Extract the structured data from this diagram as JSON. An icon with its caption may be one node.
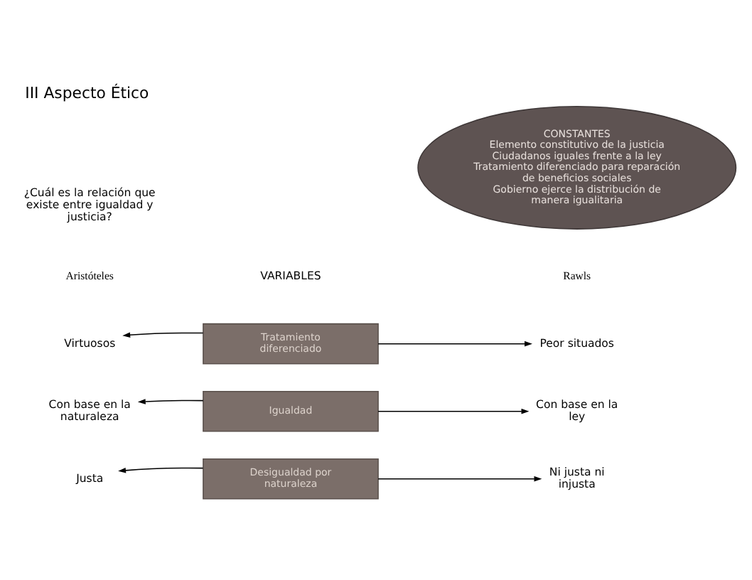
{
  "diagram": {
    "title": "III Aspecto Ético",
    "nodes": [
      {
        "text": [
          "CONSTANTES",
          "Elemento constitutivo de la justicia",
          "Ciudadanos iguales frente a la ley",
          "Tratamiento diferenciado para reparación de beneficios sociales",
          "Gobierno ejerce la distribución de manera igualitaria"
        ]
      },
      {
        "text": [
          "Tratamiento diferenciado"
        ]
      },
      {
        "text": [
          "Igualdad"
        ]
      },
      {
        "text": [
          "Desigualdad por naturaleza"
        ]
      },
      {
        "text": [
          "Virtuosos"
        ]
      },
      {
        "text": [
          "Con base en la naturaleza"
        ]
      },
      {
        "text": [
          "Justa"
        ]
      },
      {
        "text": [
          "Peor situados"
        ]
      },
      {
        "text": [
          "Con base en la ley"
        ]
      },
      {
        "text": [
          "Ni justa ni injusta"
        ]
      }
    ],
    "edges": [
      {
        "from": 1,
        "to": 4,
        "arrow": "to"
      },
      {
        "from": 1,
        "to": 7,
        "arrow": "to"
      },
      {
        "from": 2,
        "to": 5,
        "arrow": "to"
      },
      {
        "from": 2,
        "to": 8,
        "arrow": "to"
      },
      {
        "from": 3,
        "to": 6,
        "arrow": "to"
      },
      {
        "from": 3,
        "to": 9,
        "arrow": "to"
      }
    ],
    "labels": [
      "¿Cuál es la relación que existe entre igualdad y justicia?",
      "Aristóteles",
      "VARIABLES",
      "Rawls"
    ]
  }
}
